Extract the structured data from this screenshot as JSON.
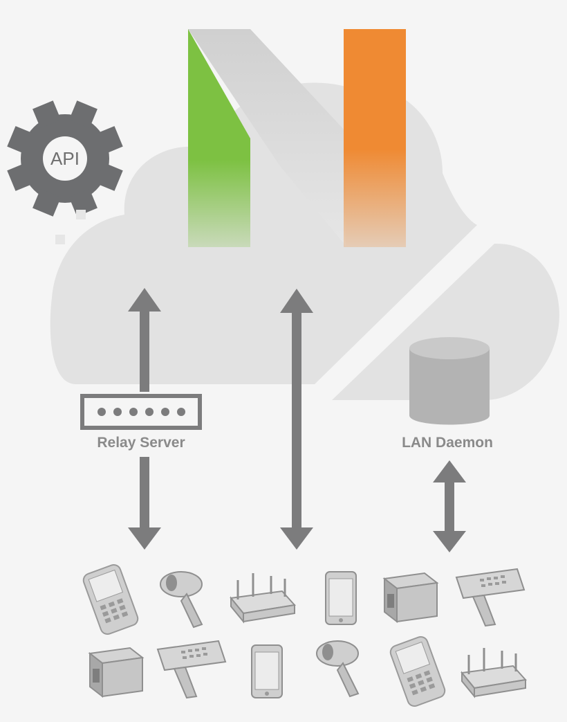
{
  "api_gear": {
    "label": "API",
    "icon": "gear-icon"
  },
  "logo": {
    "icon": "n-logo-icon",
    "colors": {
      "left": "#7dc142",
      "diagonal": "#cfcfcf",
      "right": "#ef8a33"
    }
  },
  "nodes": {
    "relay": {
      "label": "Relay Server",
      "icon": "relay-server-icon"
    },
    "lan": {
      "label": "LAN Daemon",
      "icon": "database-icon"
    }
  },
  "links": [
    {
      "name": "relay-link",
      "type": "bidirectional"
    },
    {
      "name": "direct-link",
      "type": "bidirectional"
    },
    {
      "name": "lan-link",
      "type": "bidirectional"
    }
  ],
  "devices": {
    "row1": [
      "mobile-computer-icon",
      "barcode-scanner-icon",
      "wireless-access-point-icon",
      "smartphone-icon",
      "label-printer-icon",
      "handheld-terminal-icon"
    ],
    "row2": [
      "label-printer-icon",
      "handheld-terminal-icon",
      "smartphone-icon",
      "barcode-scanner-icon",
      "mobile-computer-icon",
      "wireless-access-point-icon"
    ]
  },
  "colors": {
    "background": "#f5f5f5",
    "cloud": "#e2e2e2",
    "arrow": "#7c7c7d",
    "gear": "#6d6e70",
    "label": "#8a8a8a"
  }
}
